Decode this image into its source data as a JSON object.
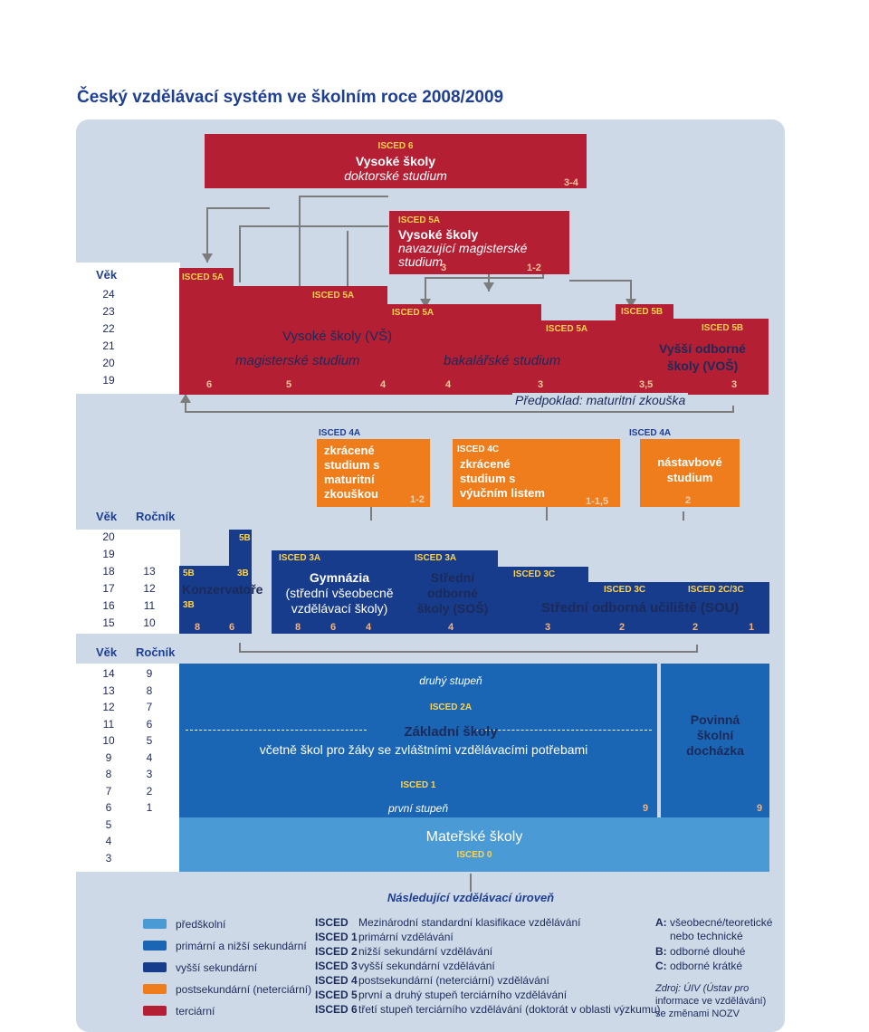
{
  "title": "Český vzdělávací systém ve školním roce 2008/2009",
  "headers": {
    "vek": "Věk",
    "rocnik": "Ročník"
  },
  "ages_tertiary": [
    "24",
    "23",
    "22",
    "21",
    "20",
    "19"
  ],
  "ages_upper": [
    "20",
    "19",
    "18",
    "17",
    "16",
    "15"
  ],
  "grades_upper": [
    "13",
    "12",
    "11",
    "10"
  ],
  "ages_basic": [
    "14",
    "13",
    "12",
    "11",
    "10",
    "9",
    "8",
    "7",
    "6",
    "5",
    "4",
    "3"
  ],
  "grades_basic": [
    "9",
    "8",
    "7",
    "6",
    "5",
    "4",
    "3",
    "2",
    "1"
  ],
  "doctoral": {
    "isced": "ISCED 6",
    "name": "Vysoké školy",
    "sub": "doktorské studium",
    "years": "3-4"
  },
  "master_follow": {
    "isced": "ISCED 5A",
    "name": "Vysoké školy",
    "sub1": "navazující magisterské",
    "sub2": "studium",
    "y1": "3",
    "y2": "1-2"
  },
  "tertiary": {
    "isced_left": "ISCED 5A",
    "isced_mid": "ISCED 5A",
    "isced_mid2": "ISCED 5A",
    "isced_right": "ISCED 5A",
    "name": "Vysoké školy (VŠ)",
    "magister": "magisterské studium",
    "bachelor": "bakalářské studium",
    "y6": "6",
    "y5": "5",
    "y4a": "4",
    "y4b": "4",
    "y3": "3",
    "prereq": "Předpoklad: maturitní zkouška"
  },
  "vos": {
    "isced1": "ISCED 5B",
    "isced2": "ISCED 5B",
    "name1": "Vyšší odborné",
    "name2": "školy (VOŠ)",
    "y35": "3,5",
    "y3": "3"
  },
  "shortened_matura": {
    "isced": "ISCED 4A",
    "l1": "zkrácené",
    "l2": "studium s",
    "l3": "maturitní",
    "l4": "zkouškou",
    "years": "1-2"
  },
  "shortened_vocational": {
    "isced": "ISCED 4C",
    "l1": "zkrácené",
    "l2": "studium s",
    "l3": "výučním listem",
    "years": "1-1,5"
  },
  "followup": {
    "isced": "ISCED 4A",
    "l1": "nástavbové",
    "l2": "studium",
    "years": "2"
  },
  "conservatory": {
    "top": "5B",
    "left": "5B",
    "right": "3B",
    "name": "Konzervatoře",
    "bottom": "3B",
    "y8": "8",
    "y6": "6"
  },
  "gymnasium": {
    "isced": "ISCED 3A",
    "l1": "Gymnázia",
    "l2": "(střední všeobecně",
    "l3": "vzdělávací školy)",
    "y8": "8",
    "y6": "6",
    "y4": "4"
  },
  "sos": {
    "isced": "ISCED 3A",
    "l1": "Střední",
    "l2": "odborné",
    "l3": "školy (SOŠ)",
    "y4": "4"
  },
  "sou": {
    "isced1": "ISCED 3C",
    "isced2": "ISCED 3C",
    "isced3": "ISCED 2C/3C",
    "name": "Střední odborná učiliště (SOU)",
    "y3": "3",
    "y2a": "2",
    "y2b": "2",
    "y1": "1"
  },
  "basic": {
    "second": "druhý stupeň",
    "isced2": "ISCED 2A",
    "name": "Základní školy",
    "sub": "včetně škol pro žáky se zvláštními vzdělávacími potřebami",
    "isced1": "ISCED 1",
    "first": "první stupeň",
    "y9": "9"
  },
  "compulsory": {
    "l1": "Povinná",
    "l2": "školní",
    "l3": "docházka",
    "y9": "9"
  },
  "preschool": {
    "name": "Mateřské školy",
    "isced": "ISCED 0"
  },
  "next_level": "Následující vzdělávací úroveň",
  "legend_colors": [
    {
      "color": "#4a9ad6",
      "label": "předškolní"
    },
    {
      "color": "#1b66b4",
      "label": "primární a nižší sekundární"
    },
    {
      "color": "#173c8c",
      "label": "vyšší sekundární"
    },
    {
      "color": "#ef7d1b",
      "label": "postsekundární (neterciární)"
    },
    {
      "color": "#b51f34",
      "label": "terciární"
    }
  ],
  "legend_isced": [
    {
      "code": "ISCED",
      "desc": "Mezinárodní standardní klasifikace vzdělávání"
    },
    {
      "code": "ISCED 1",
      "desc": "primární vzdělávání"
    },
    {
      "code": "ISCED 2",
      "desc": "nižší sekundární vzdělávání"
    },
    {
      "code": "ISCED 3",
      "desc": "vyšší sekundární vzdělávání"
    },
    {
      "code": "ISCED 4",
      "desc": "postsekundární (neterciární) vzdělávání"
    },
    {
      "code": "ISCED 5",
      "desc": "první a druhý stupeň terciárního vzdělávání"
    },
    {
      "code": "ISCED 6",
      "desc": "třetí stupeň terciárního vzdělávání (doktorát v oblasti výzkumu)"
    }
  ],
  "legend_abc": {
    "a_key": "A:",
    "a_l1": "všeobecné/teoretické",
    "a_l2": "nebo technické",
    "b_key": "B:",
    "b_l1": "odborné dlouhé",
    "c_key": "C:",
    "c_l1": "odborné krátké"
  },
  "source": {
    "l1": "Zdroj: ÚIV (Ústav pro",
    "l2": "informace ve vzdělávání)",
    "l3": "se změnami NOZV"
  }
}
